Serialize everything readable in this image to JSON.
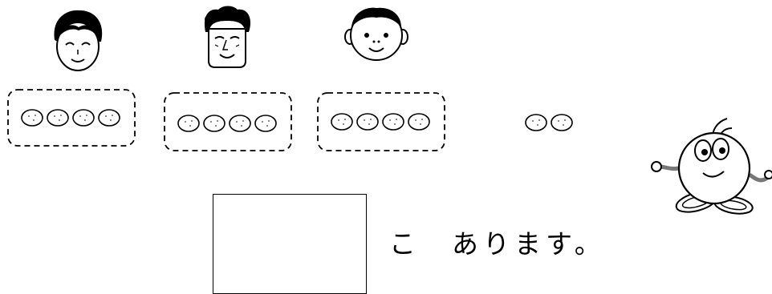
{
  "problem": {
    "people": [
      {
        "icon": "boy-face-icon",
        "count": 4
      },
      {
        "icon": "old-man-face-icon",
        "count": 4
      },
      {
        "icon": "girl-face-icon",
        "count": 4
      }
    ],
    "leftover_count": 2,
    "unit_icon": "coin-icon",
    "mascot_icon": "mascot-character-icon",
    "answer_value": "",
    "sentence_text": "こ　あります。"
  }
}
